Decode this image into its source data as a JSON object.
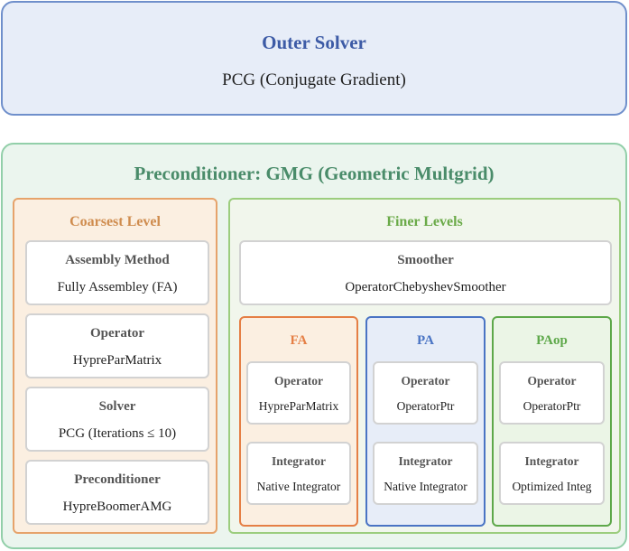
{
  "outer_solver": {
    "title": "Outer Solver",
    "value": "PCG (Conjugate Gradient)"
  },
  "preconditioner": {
    "title": "Preconditioner: GMG (Geometric Multgrid)",
    "coarsest_level": {
      "title": "Coarsest Level",
      "items": [
        {
          "label": "Assembly Method",
          "value": "Fully Assembley (FA)"
        },
        {
          "label": "Operator",
          "value": "HypreParMatrix"
        },
        {
          "label": "Solver",
          "value": "PCG (Iterations ≤ 10)"
        },
        {
          "label": "Preconditioner",
          "value": "HypreBoomerAMG"
        }
      ]
    },
    "finer_levels": {
      "title": "Finer Levels",
      "smoother": {
        "label": "Smoother",
        "value": "OperatorChebyshevSmoother"
      },
      "variants": [
        {
          "title": "FA",
          "operator_label": "Operator",
          "operator": "HypreParMatrix",
          "integrator_label": "Integrator",
          "integrator": "Native Integrator"
        },
        {
          "title": "PA",
          "operator_label": "Operator",
          "operator": "OperatorPtr",
          "integrator_label": "Integrator",
          "integrator": "Native Integrator"
        },
        {
          "title": "PAop",
          "operator_label": "Operator",
          "operator": "OperatorPtr",
          "integrator_label": "Integrator",
          "integrator": "Optimized Integ"
        }
      ]
    }
  },
  "colors": {
    "outer_border": "#6f8fcb",
    "precond_border": "#92cfa9",
    "coarse_border": "#e6a36b",
    "finer_border": "#9ccd7e",
    "fa": "#e57f45",
    "pa": "#4a74c4",
    "paop": "#5ea84a"
  }
}
